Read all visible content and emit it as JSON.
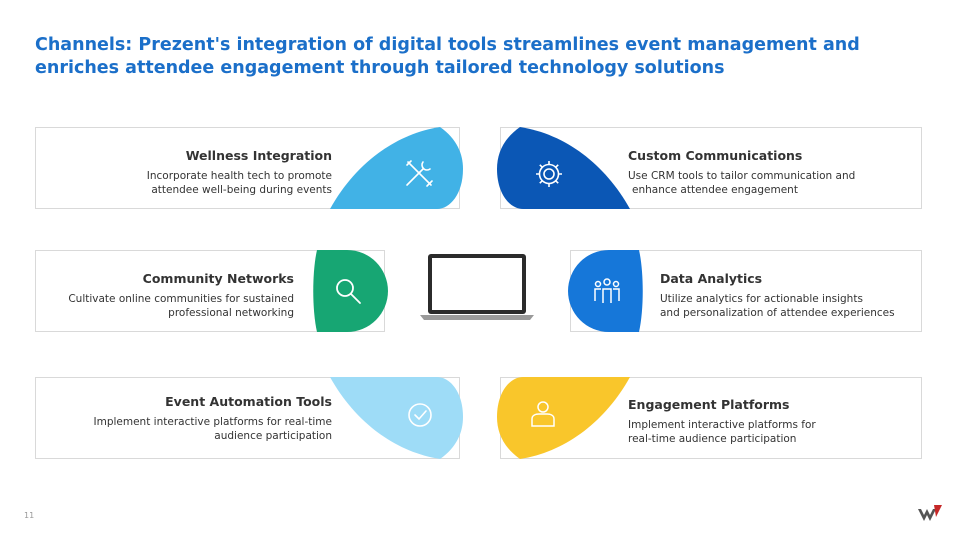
{
  "title": "Channels: Prezent's integration of digital tools streamlines event management and enriches attendee engagement through tailored technology solutions",
  "page_number": "11",
  "cards": {
    "wellness": {
      "heading": "Wellness Integration",
      "line1": "Incorporate health tech to promote",
      "line2": "attendee well-being during events",
      "icon": "tools-icon",
      "color": "#41b2e6"
    },
    "community": {
      "heading": "Community Networks",
      "line1": "Cultivate online communities for sustained",
      "line2": "professional networking",
      "icon": "search-icon",
      "color": "#17a673"
    },
    "automation": {
      "heading": "Event Automation Tools",
      "line1": "Implement interactive platforms for real-time",
      "line2": "audience participation",
      "icon": "check-icon",
      "color": "#9edcf7"
    },
    "custom": {
      "heading": "Custom Communications",
      "line1": "Use CRM tools to tailor communication and",
      "line2": "enhance attendee engagement",
      "icon": "gear-icon",
      "color": "#0b57b5"
    },
    "analytics": {
      "heading": "Data Analytics",
      "line1": "Utilize analytics for actionable insights",
      "line2": "and personalization of attendee experiences",
      "icon": "people-icon",
      "color": "#1677d9"
    },
    "engagement": {
      "heading": "Engagement Platforms",
      "line1": "Implement interactive platforms for",
      "line2": "real-time audience participation",
      "icon": "person-icon",
      "color": "#f9c62b"
    }
  }
}
